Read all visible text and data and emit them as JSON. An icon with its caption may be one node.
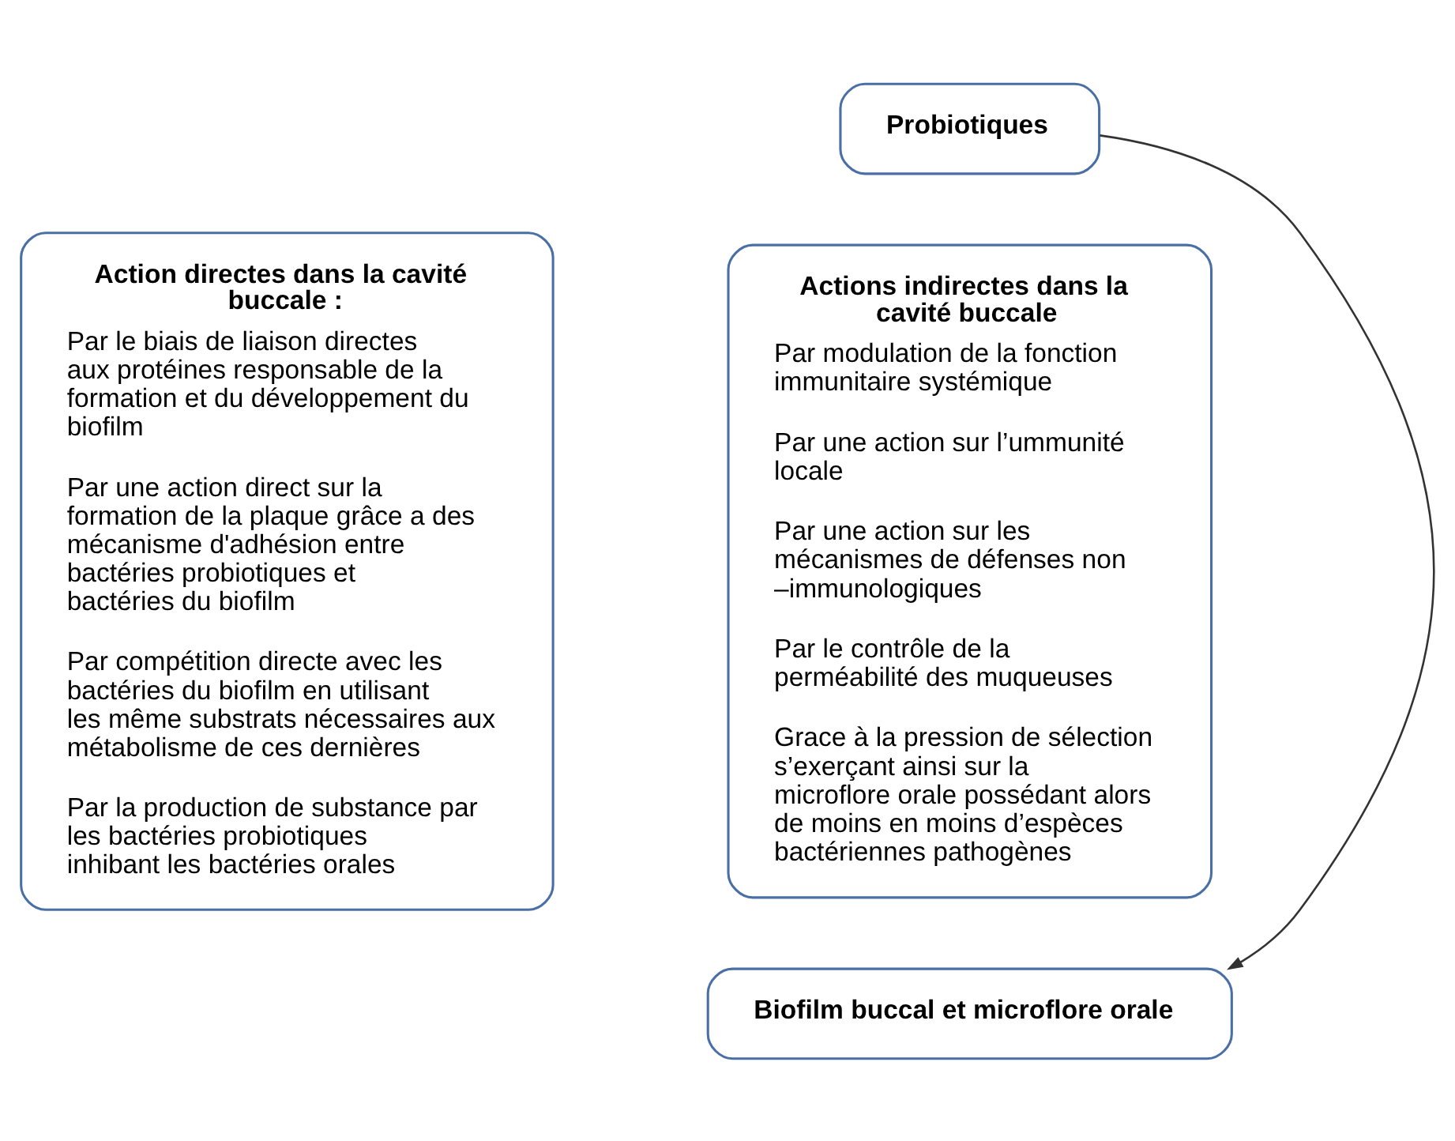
{
  "diagram": {
    "nodes": [
      {
        "text": [
          "Probiotiques"
        ]
      },
      {
        "text": [
          "Action directes dans la cavité buccale :",
          "Par le biais de liaison directes aux protéines responsable de la formation et du développement du biofilm",
          "Par une action direct sur la formation de la plaque grâce a des mécanisme d'adhésion entre bactéries probiotiques et bactéries du biofilm",
          "Par compétition directe avec les bactéries du biofilm en utilisant les même substrats nécessaires aux métabolisme de ces dernières",
          "Par la production de substance par les bactéries probiotiques inhibant les bactéries orales"
        ]
      },
      {
        "text": [
          "Actions indirectes dans la cavité buccale",
          "Par modulation de la fonction immunitaire systémique",
          "Par une action sur l’ummunité locale",
          "Par une action sur les mécanismes de défenses non –immunologiques",
          "Par le contrôle de la perméabilité des muqueuses",
          "Grace à la pression de sélection s’exerçant ainsi sur la microflore orale possédant alors de moins en moins d’espèces bactériennes pathogènes"
        ]
      },
      {
        "text": [
          "Biofilm buccal et microflore orale"
        ]
      }
    ],
    "edges": [
      {
        "from": 0,
        "to": 3,
        "arrow": "to"
      }
    ]
  }
}
